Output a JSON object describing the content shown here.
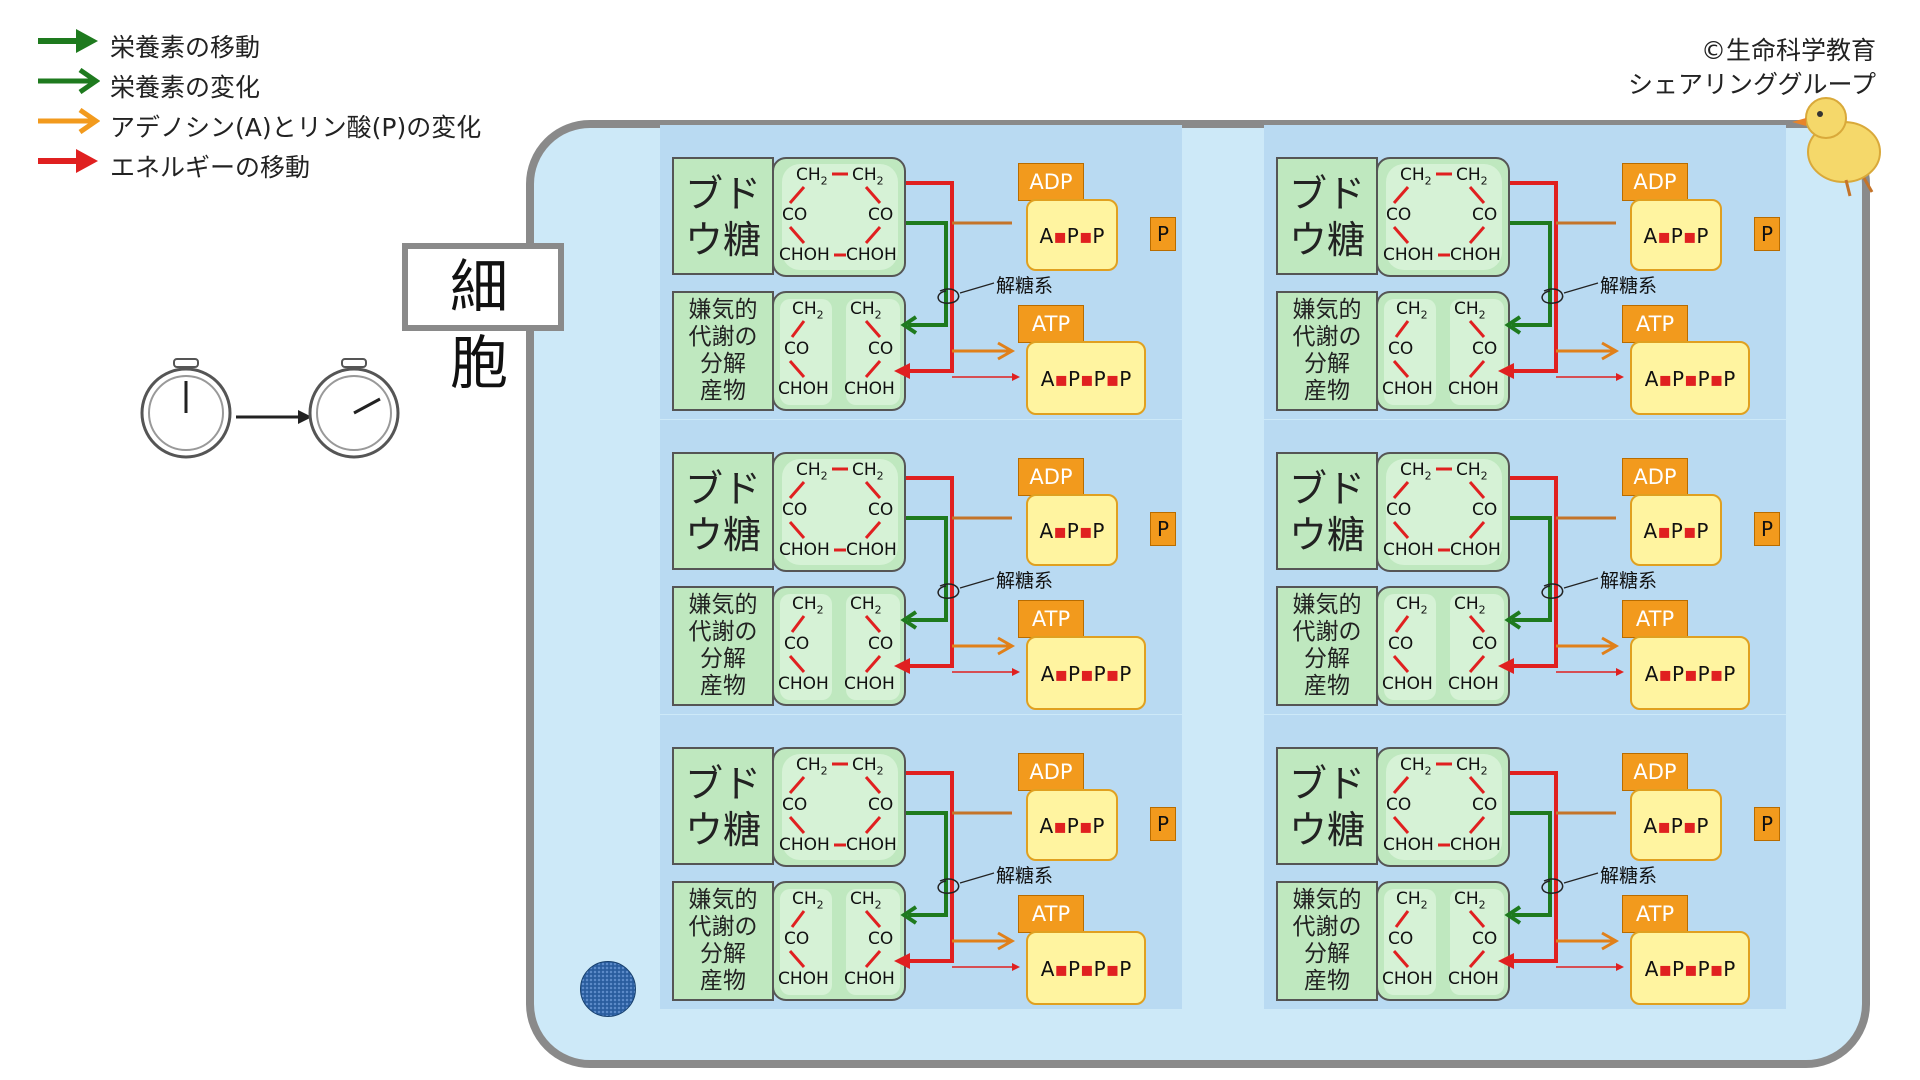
{
  "legend": [
    {
      "label": "栄養素の移動",
      "color": "#1e7a1e"
    },
    {
      "label": "栄養素の変化",
      "color": "#1e7a1e"
    },
    {
      "label": "アデノシン(A)とリン酸(P)の変化",
      "color": "#f29a1d"
    },
    {
      "label": "エネルギーの移動",
      "color": "#e02020"
    }
  ],
  "copyright": {
    "line1": "©生命科学教育",
    "line2": "シェアリンググループ"
  },
  "cell": {
    "label": "細 胞"
  },
  "module": {
    "glucose_label_1": "ブド",
    "glucose_label_2": "ウ糖",
    "product_label": [
      "嫌気的",
      "代謝の",
      "分解",
      "産物"
    ],
    "ring": {
      "ch2a": "CH",
      "ch2b": "CH",
      "sub": "2",
      "co": "CO",
      "choh": "CHOH",
      "dash": "—"
    },
    "adp": "ADP",
    "atp": "ATP",
    "app": [
      "A",
      "P",
      "P"
    ],
    "appp": [
      "A",
      "P",
      "P",
      "P"
    ],
    "p": "P",
    "glycolysis": "解糖系"
  },
  "colors": {
    "green": "#1e7a1e",
    "orange": "#e0801a",
    "red": "#e02020"
  }
}
